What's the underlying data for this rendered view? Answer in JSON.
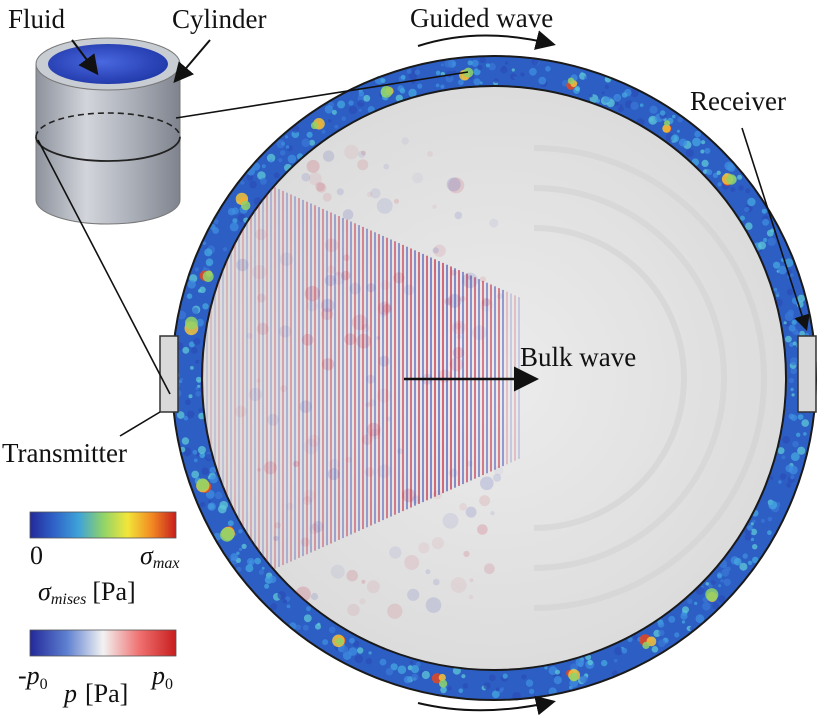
{
  "labels": {
    "fluid": "Fluid",
    "cylinder": "Cylinder",
    "guided_wave": "Guided wave",
    "receiver": "Receiver",
    "bulk_wave": "Bulk wave",
    "transmitter": "Transmitter"
  },
  "legend_stress": {
    "min": "0",
    "max_symbol": "σ",
    "max_sub": "max",
    "label_symbol": "σ",
    "label_sub": "mises",
    "label_unit": "[Pa]",
    "gradient": [
      "#23299a",
      "#2f63c8",
      "#3ea3d8",
      "#8fd36a",
      "#f2e63a",
      "#f28a22",
      "#c81e1e"
    ]
  },
  "legend_pressure": {
    "min_prefix": "-p",
    "min_sub": "0",
    "max_symbol": "p",
    "max_sub": "0",
    "label_symbol": "p",
    "label_unit": "[Pa]",
    "gradient": [
      "#23299a",
      "#5d7fd0",
      "#f2f2f2",
      "#f07070",
      "#c81e1e"
    ]
  },
  "colors": {
    "ring_base": "#2c5ec4",
    "ring_hot": "#e8461e",
    "fluid_bg": "#e6e6e6",
    "wave_red": "#c42a44",
    "wave_blue": "#4e58b8",
    "transducer": "#d9d9d9",
    "cylinder_outer": "#b4b8c2",
    "fluid_top": "#2f4fcc"
  }
}
